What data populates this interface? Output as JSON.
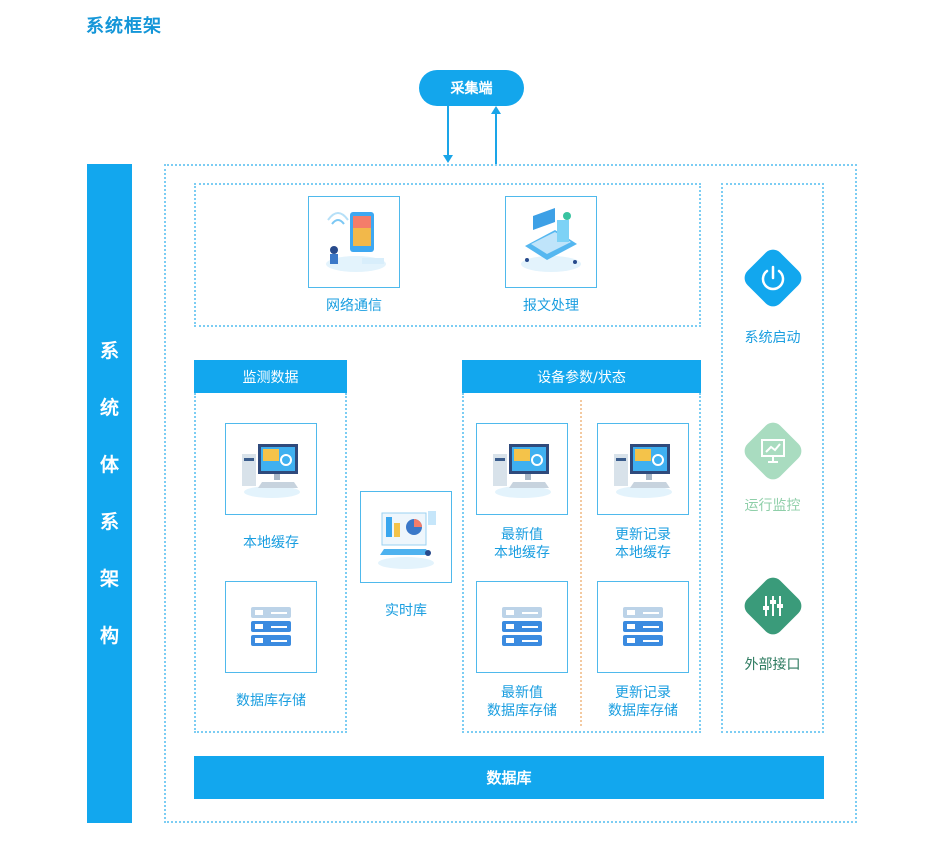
{
  "page": {
    "title": "系统框架"
  },
  "collector": {
    "label": "采集端"
  },
  "side_bar": {
    "chars": [
      "系",
      "统",
      "体",
      "系",
      "架",
      "构"
    ]
  },
  "top_modules": [
    {
      "label": "网络通信",
      "icon": "network-communication-icon"
    },
    {
      "label": "报文处理",
      "icon": "message-processing-icon"
    }
  ],
  "monitor": {
    "header": "监测数据",
    "local_cache": {
      "label": "本地缓存",
      "icon": "computer-icon"
    },
    "db_storage": {
      "label": "数据库存储",
      "icon": "server-icon"
    }
  },
  "realtime": {
    "label": "实时库",
    "icon": "realtime-dashboard-icon"
  },
  "device": {
    "header": "设备参数/状态",
    "latest_cache": {
      "line1": "最新值",
      "line2": "本地缓存"
    },
    "history_cache": {
      "line1": "更新记录",
      "line2": "本地缓存"
    },
    "latest_db": {
      "line1": "最新值",
      "line2": "数据库存储"
    },
    "history_db": {
      "line1": "更新记录",
      "line2": "数据库存储"
    }
  },
  "right_panel": {
    "items": [
      {
        "label": "系统启动",
        "color": "#12a7ee",
        "label_color": "#1a9ee0",
        "icon": "power-icon"
      },
      {
        "label": "运行监控",
        "color": "#a9dcc0",
        "label_color": "#8fcfa9",
        "icon": "monitor-chart-icon"
      },
      {
        "label": "外部接口",
        "color": "#3a9b7a",
        "label_color": "#2c7a5f",
        "icon": "interface-sliders-icon"
      }
    ]
  },
  "database": {
    "label": "数据库"
  }
}
